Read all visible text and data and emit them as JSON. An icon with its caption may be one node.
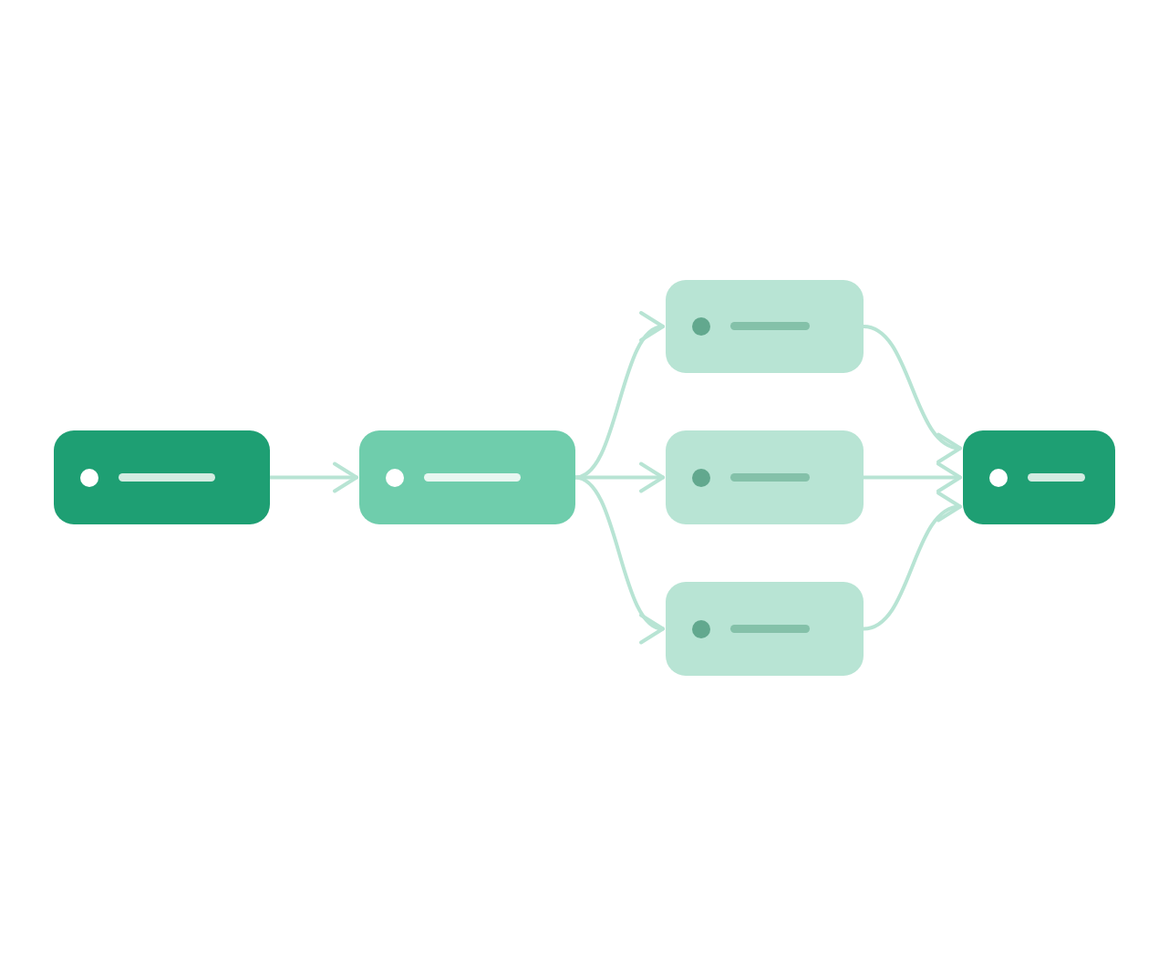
{
  "diagram": {
    "nodes": [
      {
        "text": [],
        "shape": "box"
      },
      {
        "text": [],
        "shape": "box"
      },
      {
        "text": [],
        "shape": "box"
      },
      {
        "text": [],
        "shape": "box"
      },
      {
        "text": [],
        "shape": "box"
      },
      {
        "text": [],
        "shape": "box"
      }
    ],
    "edges": [
      {
        "from": 0,
        "to": 1,
        "arrow": "to"
      },
      {
        "from": 1,
        "to": 2,
        "arrow": "to"
      },
      {
        "from": 1,
        "to": 3,
        "arrow": "to"
      },
      {
        "from": 1,
        "to": 4,
        "arrow": "to"
      },
      {
        "from": 2,
        "to": 5,
        "arrow": "to"
      },
      {
        "from": 3,
        "to": 5,
        "arrow": "to"
      },
      {
        "from": 4,
        "to": 5,
        "arrow": "to"
      }
    ]
  }
}
